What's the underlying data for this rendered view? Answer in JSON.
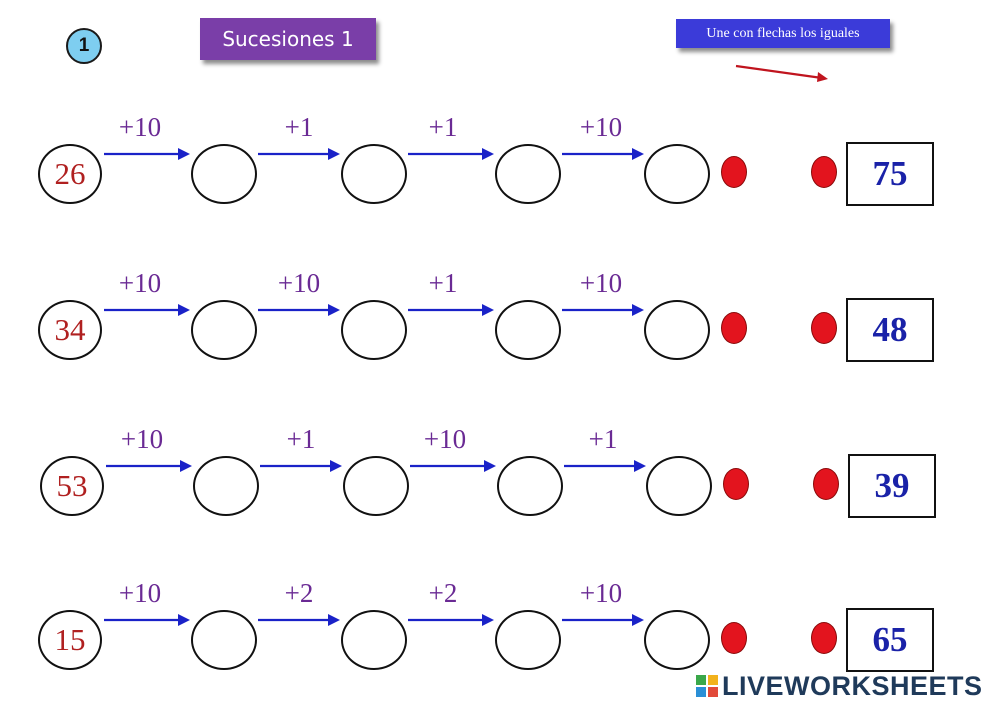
{
  "header": {
    "number": "1",
    "title": "Sucesiones 1",
    "instruction": "Une con flechas los iguales"
  },
  "rows": [
    {
      "start": "26",
      "steps": [
        "+10",
        "+1",
        "+1",
        "+10"
      ],
      "answer": "75"
    },
    {
      "start": "34",
      "steps": [
        "+10",
        "+10",
        "+1",
        "+10"
      ],
      "answer": "48"
    },
    {
      "start": "53",
      "steps": [
        "+10",
        "+1",
        "+10",
        "+1"
      ],
      "answer": "39"
    },
    {
      "start": "15",
      "steps": [
        "+10",
        "+2",
        "+2",
        "+10"
      ],
      "answer": "65"
    }
  ],
  "footer": {
    "logo_text": "LIVEWORKSHEETS"
  },
  "colors": {
    "start_number": "#b02020",
    "step_label": "#6a2a94",
    "answer_number": "#1a22a8",
    "arrow": "#1a22c8",
    "dot": "#e3141e",
    "title_bg": "#7a3ea8",
    "instruction_bg": "#3b3bd9"
  }
}
